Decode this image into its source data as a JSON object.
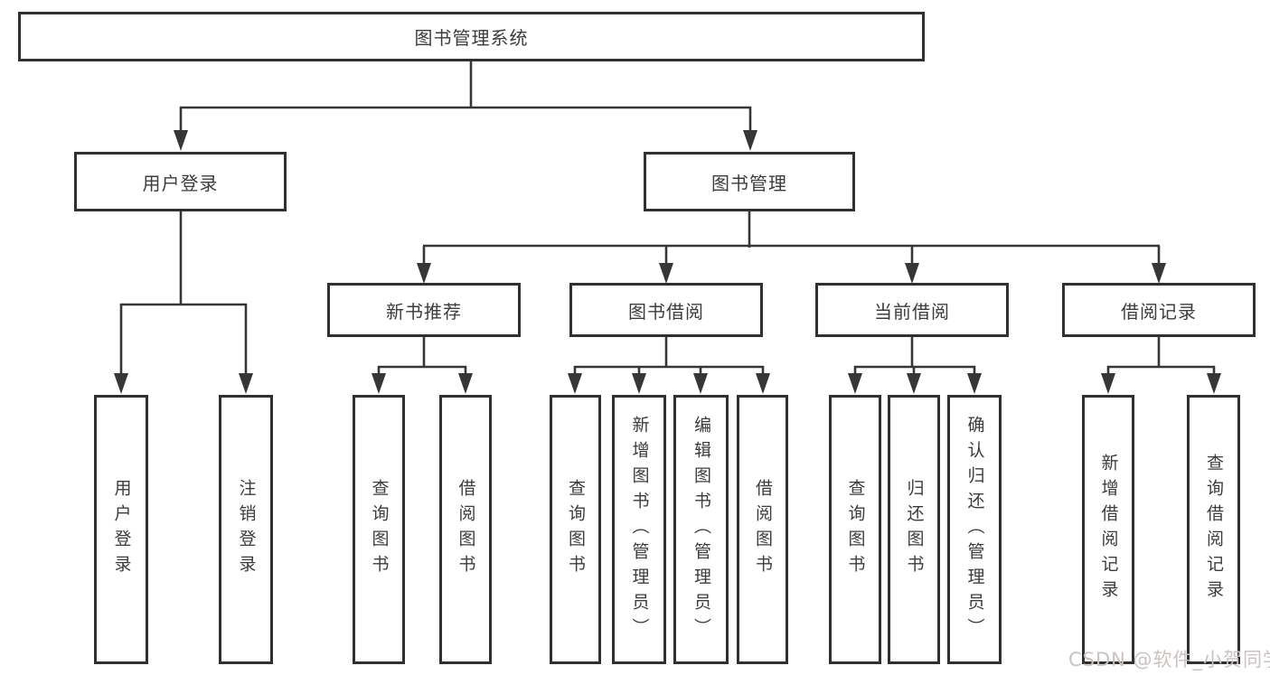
{
  "diagram": {
    "type": "functional-structure-tree",
    "root": {
      "label": "图书管理系统",
      "children": [
        {
          "label": "用户登录",
          "children": [
            {
              "label": "用户登录"
            },
            {
              "label": "注销登录"
            }
          ]
        },
        {
          "label": "图书管理",
          "children": [
            {
              "label": "新书推荐",
              "children": [
                {
                  "label": "查询图书"
                },
                {
                  "label": "借阅图书"
                }
              ]
            },
            {
              "label": "图书借阅",
              "children": [
                {
                  "label": "查询图书"
                },
                {
                  "label": "新增图书（管理员）"
                },
                {
                  "label": "编辑图书（管理员）"
                },
                {
                  "label": "借阅图书"
                }
              ]
            },
            {
              "label": "当前借阅",
              "children": [
                {
                  "label": "查询图书"
                },
                {
                  "label": "归还图书"
                },
                {
                  "label": "确认归还（管理员）"
                }
              ]
            },
            {
              "label": "借阅记录",
              "children": [
                {
                  "label": "新增借阅记录"
                },
                {
                  "label": "查询借阅记录"
                }
              ]
            }
          ]
        }
      ]
    }
  },
  "watermark": {
    "text": "CSDN @软件_小贺同学"
  },
  "colors": {
    "line": "#363636",
    "box_border": "#303030",
    "text": "#3c3c3c",
    "background": "#ffffff",
    "watermark": "#c9c3c1"
  }
}
